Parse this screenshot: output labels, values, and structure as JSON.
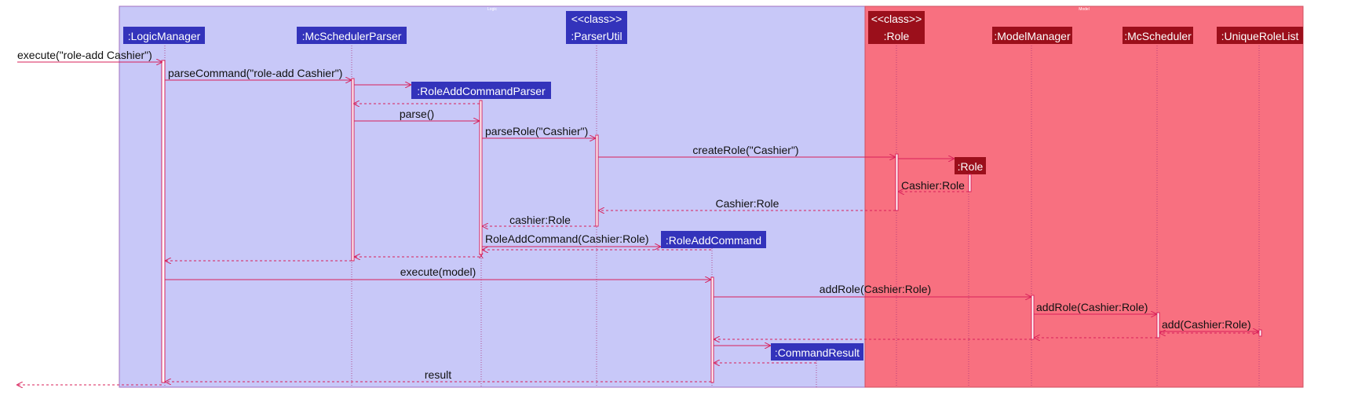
{
  "colors": {
    "logic_bg": "#c8c8f8",
    "model_bg": "#f87080",
    "logic_box": "#3333bb",
    "model_box": "#9b0f1b",
    "arrow": "#d8205a",
    "lifeline": "#aa3377"
  },
  "frames": {
    "logic": {
      "label": "Logic"
    },
    "model": {
      "label": "Model"
    }
  },
  "participants": {
    "logic_manager": {
      "label": ":LogicManager"
    },
    "mc_scheduler_parser": {
      "label": ":McSchedulerParser"
    },
    "parser_util": {
      "stereotype": "<<class>>",
      "label": ":ParserUtil"
    },
    "role_class": {
      "stereotype": "<<class>>",
      "label": ":Role"
    },
    "model_manager": {
      "label": ":ModelManager"
    },
    "mc_scheduler": {
      "label": ":McScheduler"
    },
    "unique_role_list": {
      "label": ":UniqueRoleList"
    },
    "role_add_command_parser": {
      "label": ":RoleAddCommandParser"
    },
    "role_object": {
      "label": ":Role"
    },
    "role_add_command": {
      "label": ":RoleAddCommand"
    },
    "command_result": {
      "label": ":CommandResult"
    }
  },
  "messages": {
    "m1": "execute(\"role-add Cashier\")",
    "m2": "parseCommand(\"role-add Cashier\")",
    "m3": "parse()",
    "m4": "parseRole(\"Cashier\")",
    "m5": "createRole(\"Cashier\")",
    "m6": "Cashier:Role",
    "m7": "Cashier:Role",
    "m8": "cashier:Role",
    "m9": "RoleAddCommand(Cashier:Role)",
    "m10": "execute(model)",
    "m11": "addRole(Cashier:Role)",
    "m12": "addRole(Cashier:Role)",
    "m13": "add(Cashier:Role)",
    "m14": "result"
  },
  "destroy_mark": "x"
}
